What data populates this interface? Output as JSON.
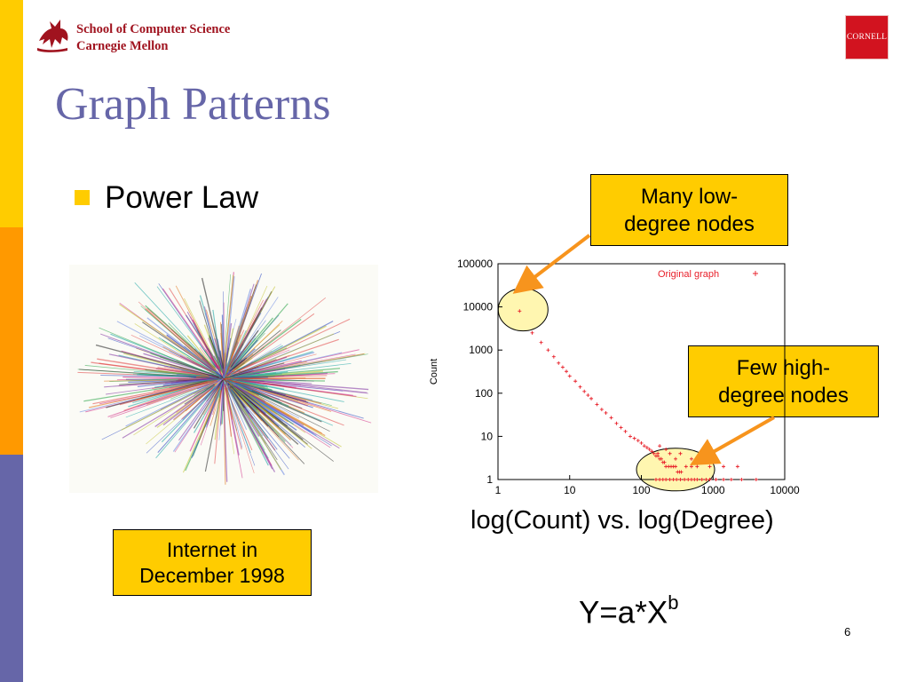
{
  "header": {
    "school_line1": "School of Computer Science",
    "school_line2": "Carnegie Mellon",
    "cornell_label": "CORNELL"
  },
  "slide": {
    "title": "Graph Patterns",
    "bullet": "Power Law",
    "page_number": "6"
  },
  "callouts": {
    "internet_line1": "Internet in",
    "internet_line2": "December 1998",
    "many_line1": "Many low-",
    "many_line2": "degree nodes",
    "few_line1": "Few high-",
    "few_line2": "degree nodes"
  },
  "plot": {
    "caption": "log(Count) vs. log(Degree)",
    "formula_base": "Y=a*X",
    "formula_exp": "b"
  },
  "colors": {
    "sidebar_top": "#ffcc00",
    "sidebar_mid": "#ff9900",
    "sidebar_bottom": "#6666a8",
    "title": "#6666a8",
    "cmu_red": "#a0131f",
    "cornell_red": "#d2131f",
    "callout_fill": "#ffcc00",
    "arrow": "#f7941d",
    "plot_points": "#e8202a",
    "highlight": "#fff6b0"
  },
  "icons": {
    "cmu_logo": "dragon-logo-icon",
    "cornell_logo": "cornell-seal-icon",
    "bullet": "square-bullet-icon"
  },
  "chart_data": {
    "type": "scatter",
    "title": "",
    "xlabel": "",
    "ylabel": "Count",
    "x_scale": "log",
    "y_scale": "log",
    "xlim": [
      1,
      10000
    ],
    "ylim": [
      1,
      100000
    ],
    "x_ticks": [
      "1",
      "10",
      "100",
      "1000",
      "10000"
    ],
    "y_ticks": [
      "1",
      "10",
      "100",
      "1000",
      "10000",
      "100000"
    ],
    "legend": "top-right",
    "series": [
      {
        "name": "Original graph",
        "points": [
          [
            2,
            8000
          ],
          [
            3,
            2500
          ],
          [
            4,
            1500
          ],
          [
            5,
            1000
          ],
          [
            6,
            700
          ],
          [
            7,
            500
          ],
          [
            8,
            400
          ],
          [
            9,
            320
          ],
          [
            10,
            250
          ],
          [
            12,
            190
          ],
          [
            14,
            140
          ],
          [
            16,
            110
          ],
          [
            18,
            90
          ],
          [
            20,
            75
          ],
          [
            24,
            55
          ],
          [
            28,
            42
          ],
          [
            32,
            35
          ],
          [
            38,
            27
          ],
          [
            45,
            20
          ],
          [
            52,
            16
          ],
          [
            60,
            13
          ],
          [
            70,
            10
          ],
          [
            80,
            9
          ],
          [
            90,
            8
          ],
          [
            100,
            7
          ],
          [
            110,
            6
          ],
          [
            120,
            5.5
          ],
          [
            130,
            5
          ],
          [
            140,
            4.5
          ],
          [
            150,
            4
          ],
          [
            160,
            3.5
          ],
          [
            170,
            3.5
          ],
          [
            180,
            3
          ],
          [
            190,
            3
          ],
          [
            200,
            2.5
          ],
          [
            210,
            2.5
          ],
          [
            220,
            2
          ],
          [
            240,
            2
          ],
          [
            260,
            2
          ],
          [
            280,
            2
          ],
          [
            300,
            2
          ],
          [
            320,
            1.5
          ],
          [
            340,
            1.5
          ],
          [
            360,
            1.5
          ],
          [
            160,
            1
          ],
          [
            180,
            1
          ],
          [
            200,
            1
          ],
          [
            220,
            1
          ],
          [
            250,
            1
          ],
          [
            280,
            1
          ],
          [
            310,
            1
          ],
          [
            350,
            1
          ],
          [
            400,
            1
          ],
          [
            450,
            1
          ],
          [
            500,
            1
          ],
          [
            550,
            1
          ],
          [
            600,
            1
          ],
          [
            700,
            1
          ],
          [
            800,
            1
          ],
          [
            900,
            1
          ],
          [
            1100,
            1
          ],
          [
            1400,
            1
          ],
          [
            1800,
            1
          ],
          [
            2500,
            1
          ],
          [
            4000,
            1
          ],
          [
            2200,
            2
          ],
          [
            1400,
            2
          ],
          [
            900,
            2
          ],
          [
            600,
            2
          ],
          [
            500,
            2
          ],
          [
            420,
            2
          ],
          [
            1000,
            3
          ],
          [
            700,
            3
          ],
          [
            500,
            3
          ],
          [
            350,
            4
          ],
          [
            250,
            4
          ],
          [
            300,
            3
          ],
          [
            220,
            5
          ],
          [
            180,
            6
          ],
          [
            170,
            4
          ]
        ]
      }
    ]
  }
}
